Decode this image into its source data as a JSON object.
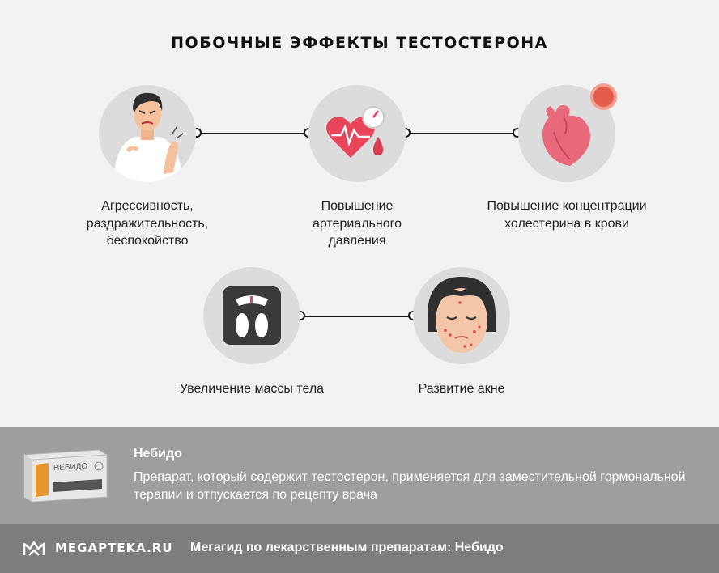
{
  "title": "ПОБОЧНЫЕ ЭФФЕКТЫ ТЕСТОСТЕРОНА",
  "effects": [
    {
      "label": "Агрессивность, раздражительность, беспокойство",
      "icon": "angry-man-icon"
    },
    {
      "label": "Повышение артериального давления",
      "icon": "blood-pressure-heart-icon"
    },
    {
      "label": "Повышение концентрации холестерина в крови",
      "icon": "heart-cholesterol-icon"
    },
    {
      "label": "Увеличение массы тела",
      "icon": "scale-icon"
    },
    {
      "label": "Развитие акне",
      "icon": "acne-face-icon"
    }
  ],
  "drug": {
    "name": "Небидо",
    "description": "Препарат, который содержит тестостерон, применяется для заместительной гормональной терапии и отпускается по рецепту врача",
    "pack_text": "НЕБИДО"
  },
  "footer": {
    "brand": "MEGAPTEKA.RU",
    "guide": "Мегагид по лекарственным препаратам: Небидо"
  },
  "colors": {
    "background": "#f2f2f2",
    "circle": "#dcdcdc",
    "info_band": "#9e9e9e",
    "footer_band": "#7d7d7d",
    "accent_red": "#e8455a"
  }
}
